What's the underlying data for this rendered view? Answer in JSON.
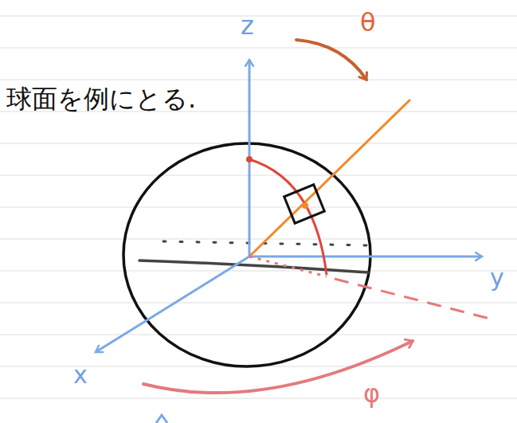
{
  "diagram": {
    "labels": [
      "z",
      "θ",
      "球面を例にとる.",
      "y",
      "x",
      "φ"
    ]
  }
}
